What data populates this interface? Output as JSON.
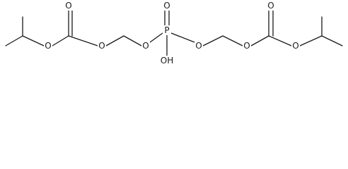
{
  "molecule": {
    "atom_labels": {
      "o_ester_left": "O",
      "o_carbonyl_left": "O",
      "o_methylene_left": "O",
      "o_phosphate_left": "O",
      "p_center": "P",
      "o_phosphoryl": "O",
      "oh_phosphate": "OH",
      "o_phosphate_right": "O",
      "o_methylene_right": "O",
      "o_carbonyl_right": "O",
      "o_ester_right": "O"
    }
  }
}
